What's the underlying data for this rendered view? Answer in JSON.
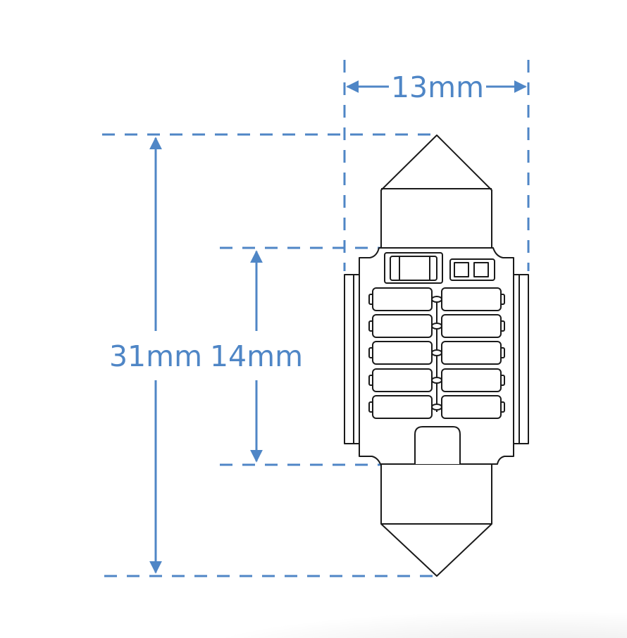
{
  "diagram": {
    "subject": "LED festoon bulb",
    "colors": {
      "dimension": "#4f86c6",
      "outline": "#1a1a1a",
      "background": "#ffffff"
    },
    "dimensions": {
      "width": {
        "label": "13mm",
        "orientation": "horizontal"
      },
      "total_length": {
        "label": "31mm",
        "orientation": "vertical"
      },
      "body_length": {
        "label": "14mm",
        "orientation": "vertical"
      }
    },
    "components": {
      "led_chips": 10,
      "led_columns": 2,
      "led_rows": 5,
      "top_components": [
        "chip-resistor",
        "dual-pad-component"
      ]
    }
  }
}
